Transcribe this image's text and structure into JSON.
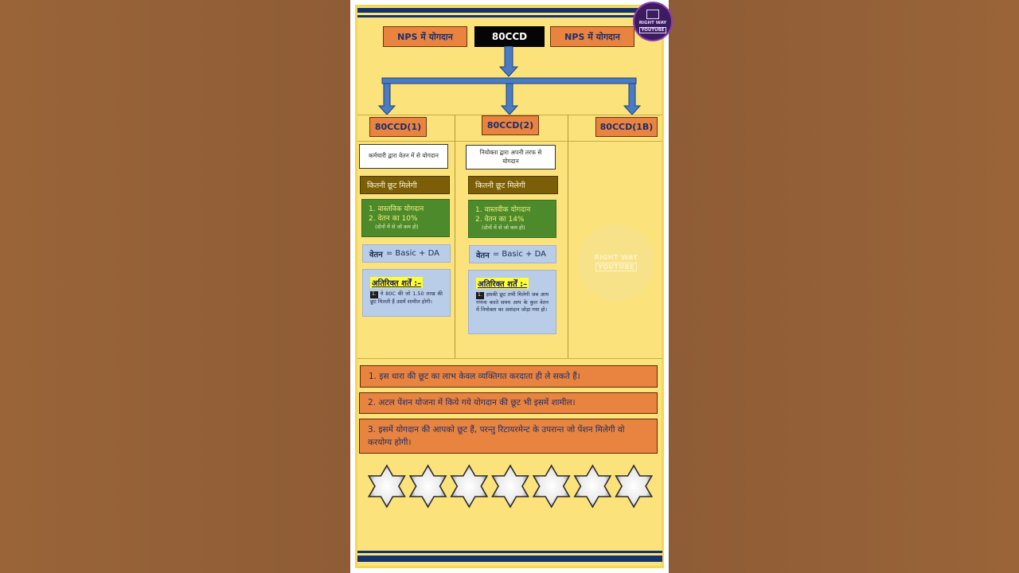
{
  "header": {
    "center_label": "80CCD",
    "left_label": "NPS में योगदान",
    "right_label": "NPS में योगदान"
  },
  "sections": [
    {
      "title": "80CCD(1)",
      "description": "कर्मचारी द्वारा वेतन में से योगदान",
      "deduction_heading": "कितनी छूट मिलेगी",
      "deduction_items": [
        "1. वास्तविक योगदान",
        "2. वेतन का 10%"
      ],
      "deduction_note": "(दोनों में से जो कम हो)",
      "salary_label": "वेतन",
      "salary_value": "= Basic + DA",
      "conditions_title": "अतिरिक्त शर्तें :–",
      "conditions_number": "1.",
      "conditions_text": "ये 80C की जो 1.50 लाख की छूट मिलती हैं उसमें शामील होगी।"
    },
    {
      "title": "80CCD(2)",
      "description": "नियोक्ता द्वारा अपनी तरफ से योगदान",
      "deduction_heading": "कितनी छूट मिलेगी",
      "deduction_items": [
        "1. वास्तवीक योगदान",
        "2. वेतन का 14%"
      ],
      "deduction_note": "(दोनों में से जो कम हो)",
      "salary_label": "वेतन",
      "salary_value": "= Basic + DA",
      "conditions_title": "अतिरिक्त शर्तें :–",
      "conditions_number": "1.",
      "conditions_text": "इसकी छूट तभी मिलेगी जब आय गणना करते समय आप के कुल वेतन में नियोक्ता का अशंदान जोड़ा गया हो।"
    },
    {
      "title": "80CCD(1B)"
    }
  ],
  "notes": [
    "1. इस धारा की छूट का लाभ केवल व्यक्तिगत करदाता ही ले सकते हैं।",
    "2. अटल पेंशन योजना में किये गये योगदान की छूट भी इसमें शामील।",
    "3. इसमें योगदान की आपको छूट हैं, परन्तु रिटायरमेन्ट के उपरान्त जो पेंशन मिलेगी वो करयोग्य होगी।"
  ],
  "rating": {
    "stars": 7
  },
  "watermark": {
    "line1": "RIGHT WAY",
    "line2": "YOUTUBE"
  },
  "colors": {
    "poster_bg": "#fbe27a",
    "orange": "#e8843f",
    "arrow_blue": "#4a7cc4",
    "navy": "#14336d",
    "olive": "#7b5e07",
    "green": "#4d8a2b",
    "light_blue": "#b9cce8"
  }
}
